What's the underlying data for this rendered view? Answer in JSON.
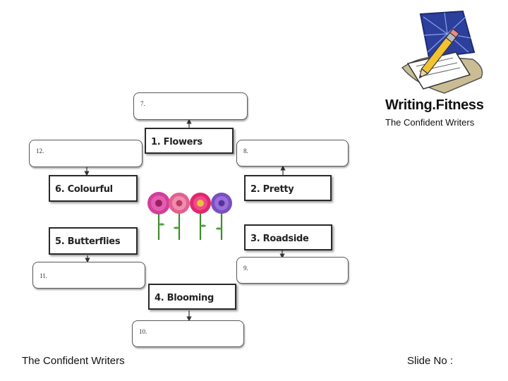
{
  "slots": [
    {
      "id": "slot-7",
      "label": "7."
    },
    {
      "id": "slot-12",
      "label": "12."
    },
    {
      "id": "slot-8",
      "label": "8."
    },
    {
      "id": "slot-11",
      "label": "11."
    },
    {
      "id": "slot-9",
      "label": "9."
    },
    {
      "id": "slot-10",
      "label": "10."
    }
  ],
  "words": [
    {
      "id": "word-1",
      "label": "1.  Flowers"
    },
    {
      "id": "word-2",
      "label": "2.  Pretty"
    },
    {
      "id": "word-3",
      "label": "3.  Roadside"
    },
    {
      "id": "word-4",
      "label": "4.  Blooming"
    },
    {
      "id": "word-5",
      "label": "5.  Butterflies"
    },
    {
      "id": "word-6",
      "label": "6.  Colourful"
    }
  ],
  "logo": {
    "title": "Writing.Fitness",
    "subtitle": "The Confident Writers"
  },
  "footer": {
    "left": "The Confident Writers",
    "right": "Slide No :"
  },
  "icons": {
    "logo": "pencil-paper-icon",
    "centre": "flowers-image"
  },
  "colors": {
    "box_border": "#595959",
    "word_border": "#2a2a2a",
    "logo_blue": "#2d3f9c"
  }
}
